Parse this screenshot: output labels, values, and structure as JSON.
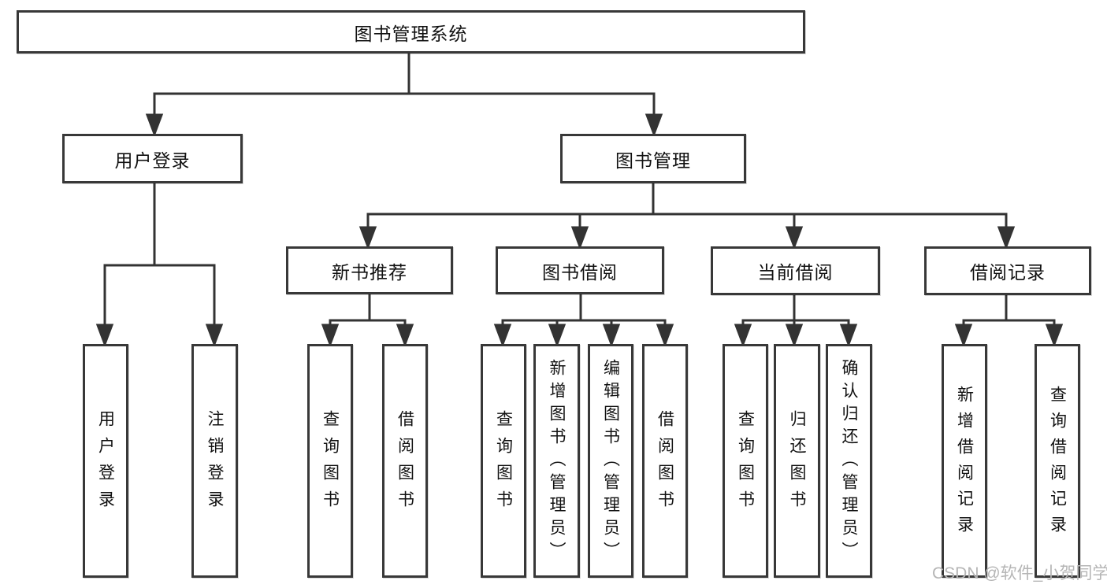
{
  "nodes": {
    "root": {
      "label": "图书管理系统"
    },
    "user_login": {
      "label": "用户登录"
    },
    "book_mgmt": {
      "label": "图书管理"
    },
    "new_book_rec": {
      "label": "新书推荐"
    },
    "book_borrow": {
      "label": "图书借阅"
    },
    "current_borrow": {
      "label": "当前借阅"
    },
    "borrow_record": {
      "label": "借阅记录"
    },
    "leaf_user_login": {
      "label": "用户登录"
    },
    "leaf_logout": {
      "label": "注销登录"
    },
    "leaf_rec_query": {
      "label": "查询图书"
    },
    "leaf_rec_borrow": {
      "label": "借阅图书"
    },
    "leaf_bb_query": {
      "label": "查询图书"
    },
    "leaf_bb_add": {
      "label": "新增图书（管理员）"
    },
    "leaf_bb_edit": {
      "label": "编辑图书（管理员）"
    },
    "leaf_bb_borrow": {
      "label": "借阅图书"
    },
    "leaf_cb_query": {
      "label": "查询图书"
    },
    "leaf_cb_return": {
      "label": "归还图书"
    },
    "leaf_cb_confirm": {
      "label": "确认归还（管理员）"
    },
    "leaf_br_add": {
      "label": "新增借阅记录"
    },
    "leaf_br_query": {
      "label": "查询借阅记录"
    }
  },
  "watermark": {
    "text": "CSDN @软件_小贺同学",
    "color": "#b5b5b5"
  },
  "colors": {
    "background": "#ffffff",
    "line": "#333333",
    "box_border": "#383838",
    "text": "#111111"
  }
}
